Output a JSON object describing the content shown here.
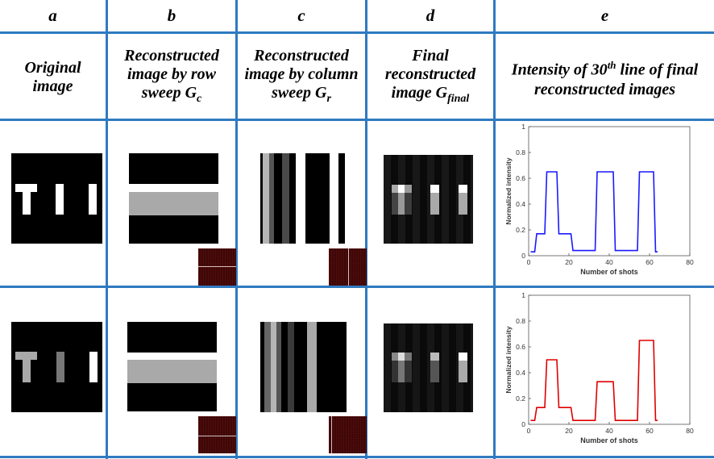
{
  "columns": [
    {
      "letter": "a",
      "header": "Original image"
    },
    {
      "letter": "b",
      "header_main": "Reconstructed image by row sweep G",
      "header_sub": "c"
    },
    {
      "letter": "c",
      "header_main": "Reconstructed image by column sweep G",
      "header_sub": "r"
    },
    {
      "letter": "d",
      "header_main": "Final reconstructed image G",
      "header_sub": "final"
    },
    {
      "letter": "e",
      "header_pre": "Intensity of 30",
      "header_sup": "th",
      "header_post": " line of final reconstructed images"
    }
  ],
  "colors": {
    "grid": "#2f7ac0",
    "row1_line": "#1a1aff",
    "row2_line": "#e00000"
  },
  "chart_data": [
    {
      "type": "line",
      "title": "",
      "xlabel": "Number of shots",
      "ylabel": "Normalized intensity",
      "xlim": [
        0,
        80
      ],
      "ylim": [
        0,
        1
      ],
      "xticks": [
        0,
        20,
        40,
        60,
        80
      ],
      "yticks": [
        0,
        0.2,
        0.4,
        0.6,
        0.8,
        1
      ],
      "series": [
        {
          "color": "#1a1aff",
          "x": [
            1,
            3,
            4,
            8,
            9,
            10,
            14,
            15,
            16,
            21,
            22,
            33,
            34,
            42,
            43,
            54,
            55,
            62,
            63,
            64
          ],
          "y": [
            0.03,
            0.03,
            0.17,
            0.17,
            0.65,
            0.65,
            0.65,
            0.17,
            0.17,
            0.17,
            0.04,
            0.04,
            0.65,
            0.65,
            0.04,
            0.04,
            0.65,
            0.65,
            0.03,
            0.03
          ]
        }
      ]
    },
    {
      "type": "line",
      "title": "",
      "xlabel": "Number of shots",
      "ylabel": "Normalized intensity",
      "xlim": [
        0,
        80
      ],
      "ylim": [
        0,
        1
      ],
      "xticks": [
        0,
        20,
        40,
        60,
        80
      ],
      "yticks": [
        0,
        0.2,
        0.4,
        0.6,
        0.8,
        1
      ],
      "series": [
        {
          "color": "#e00000",
          "x": [
            1,
            3,
            4,
            8,
            9,
            10,
            14,
            15,
            16,
            21,
            22,
            33,
            34,
            42,
            43,
            54,
            55,
            62,
            63,
            64
          ],
          "y": [
            0.03,
            0.03,
            0.13,
            0.13,
            0.5,
            0.5,
            0.5,
            0.13,
            0.13,
            0.13,
            0.03,
            0.03,
            0.33,
            0.33,
            0.03,
            0.03,
            0.65,
            0.65,
            0.03,
            0.03
          ]
        }
      ]
    }
  ]
}
